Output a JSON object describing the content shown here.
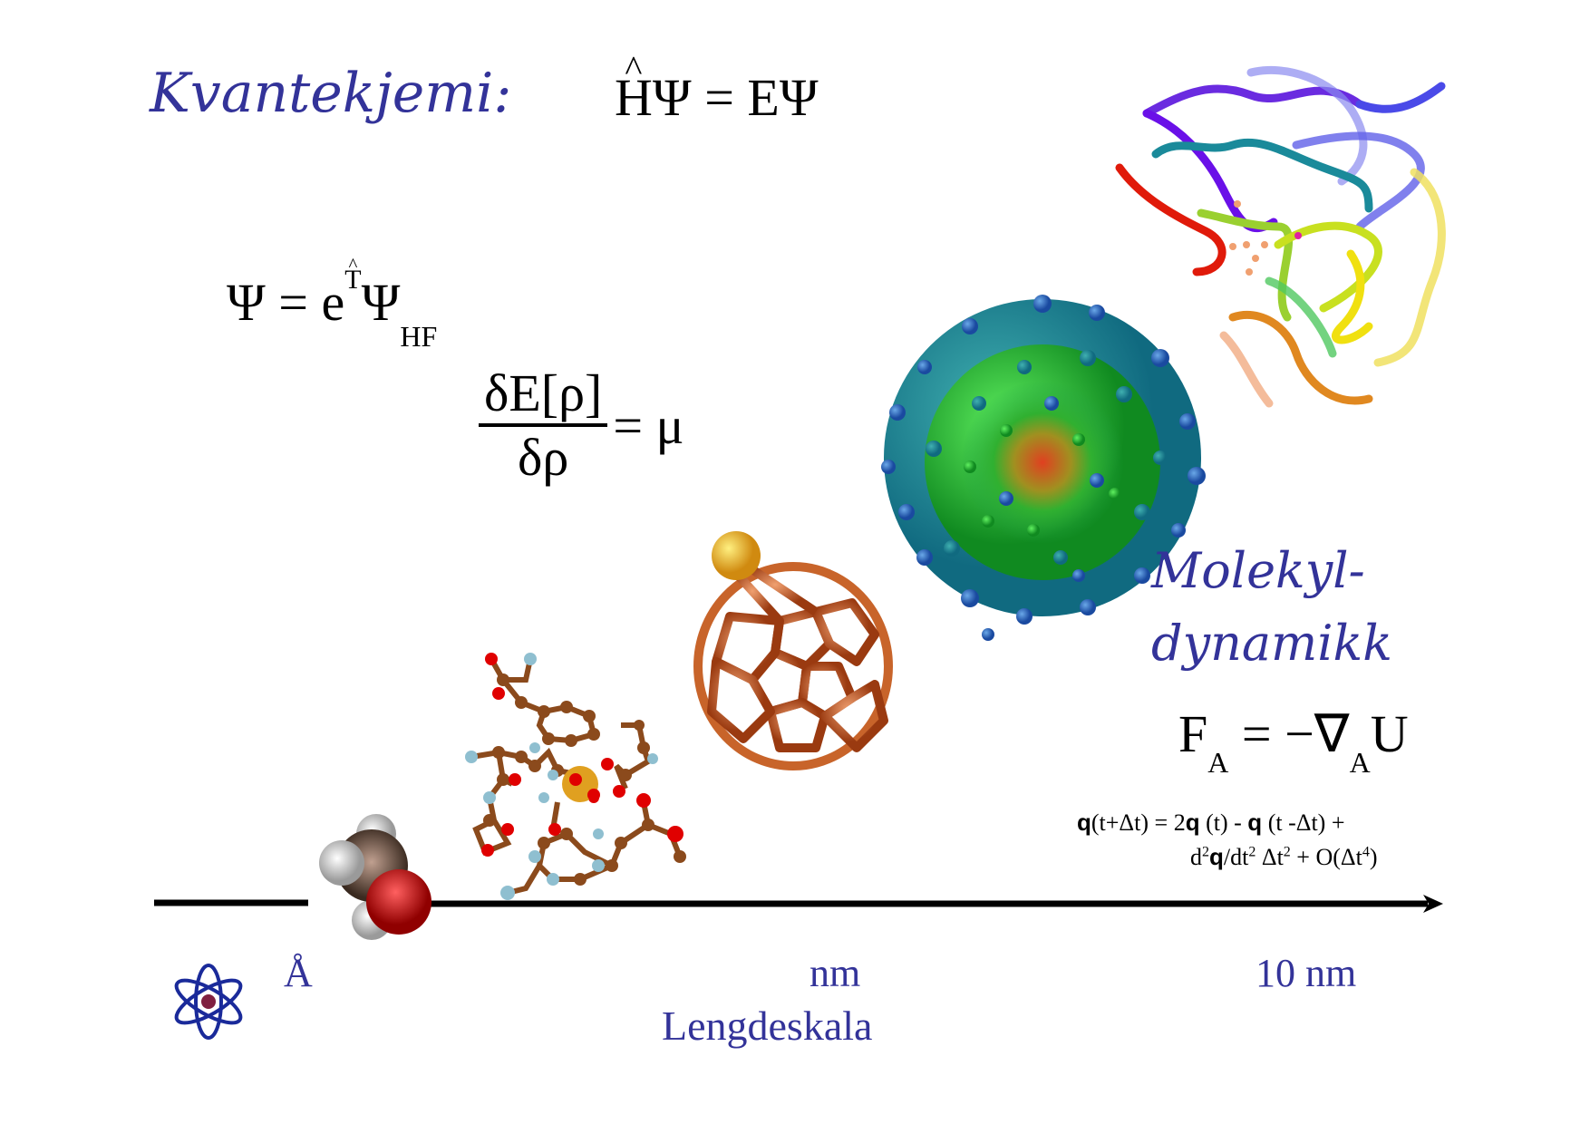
{
  "title": {
    "label": "Kvantekjemi:",
    "equation": {
      "op": "H",
      "psi": "Ψ",
      "eq": "=",
      "e": "E",
      "psi2": "Ψ"
    }
  },
  "coupled_cluster": {
    "lhs": "Ψ",
    "eq": "=",
    "base": "e",
    "exp": "T",
    "psi": "Ψ",
    "sub": "HF"
  },
  "dft": {
    "num": "δE[ρ]",
    "den": "δρ",
    "rhs": "= μ"
  },
  "md": {
    "title_line1": "Molekyl-",
    "title_line2": "dynamikk",
    "force": {
      "F": "F",
      "subA": "A",
      "eq": "= −∇",
      "subA2": "A",
      "U": "U"
    },
    "verlet_line1": {
      "q1": "q",
      "t1": "(t+Δt) = 2",
      "q2": "q",
      "t2": " (t) - ",
      "q3": "q",
      "t3": " (t -Δt) +"
    },
    "verlet_line2": {
      "d": "d",
      "sup1": "2",
      "q": "q",
      "dt": "/dt",
      "sup2": "2",
      "dt2": " Δt",
      "sup3": "2",
      "o": " + O(Δt",
      "sup4": "4",
      "close": ")"
    }
  },
  "axis": {
    "label": "Lengdeskala",
    "ticks": [
      {
        "label": "Å"
      },
      {
        "label": "nm"
      },
      {
        "label": "10 nm"
      }
    ]
  },
  "images": [
    {
      "name": "methanol-molecule",
      "scale": "Å"
    },
    {
      "name": "metal-complex-ball-and-stick"
    },
    {
      "name": "fullerene-with-metal-atom"
    },
    {
      "name": "nanoparticle-cluster"
    },
    {
      "name": "protein-ribbon"
    }
  ],
  "colors": {
    "text_accent": "#333399",
    "fullerene": "#c8642a",
    "metal": "#e0a020",
    "oxygen": "#e00000",
    "carbon": "#8b4a1c",
    "nitrogen": "#8fbfd0"
  }
}
